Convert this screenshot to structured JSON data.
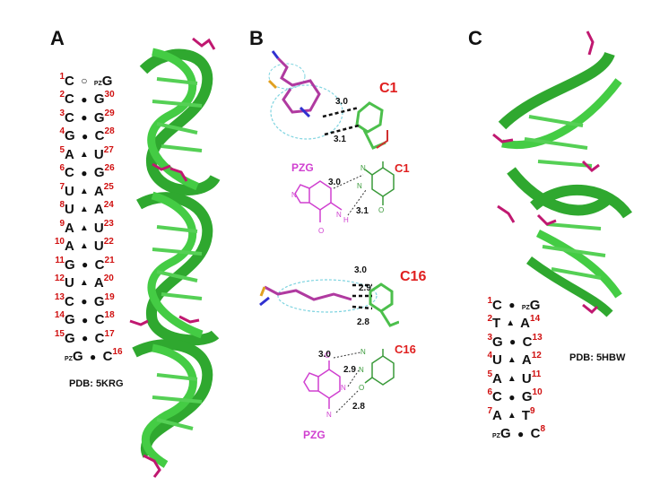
{
  "panels": {
    "a": {
      "letter": "A",
      "pdb": "PDB: 5KRG",
      "pairs": [
        {
          "ln": "1",
          "lb": "C",
          "sym": "open-circle",
          "lpz": "",
          "rpz": "PZ",
          "rb": "G",
          "rn": ""
        },
        {
          "ln": "2",
          "lb": "C",
          "sym": "dot",
          "lpz": "",
          "rpz": "",
          "rb": "G",
          "rn": "30"
        },
        {
          "ln": "3",
          "lb": "C",
          "sym": "dot",
          "lpz": "",
          "rpz": "",
          "rb": "G",
          "rn": "29"
        },
        {
          "ln": "4",
          "lb": "G",
          "sym": "dot",
          "lpz": "",
          "rpz": "",
          "rb": "C",
          "rn": "28"
        },
        {
          "ln": "5",
          "lb": "A",
          "sym": "triangle",
          "lpz": "",
          "rpz": "",
          "rb": "U",
          "rn": "27"
        },
        {
          "ln": "6",
          "lb": "C",
          "sym": "dot",
          "lpz": "",
          "rpz": "",
          "rb": "G",
          "rn": "26"
        },
        {
          "ln": "7",
          "lb": "U",
          "sym": "triangle",
          "lpz": "",
          "rpz": "",
          "rb": "A",
          "rn": "25"
        },
        {
          "ln": "8",
          "lb": "U",
          "sym": "triangle",
          "lpz": "",
          "rpz": "",
          "rb": "A",
          "rn": "24"
        },
        {
          "ln": "9",
          "lb": "A",
          "sym": "triangle",
          "lpz": "",
          "rpz": "",
          "rb": "U",
          "rn": "23"
        },
        {
          "ln": "10",
          "lb": "A",
          "sym": "triangle",
          "lpz": "",
          "rpz": "",
          "rb": "U",
          "rn": "22"
        },
        {
          "ln": "11",
          "lb": "G",
          "sym": "dot",
          "lpz": "",
          "rpz": "",
          "rb": "C",
          "rn": "21"
        },
        {
          "ln": "12",
          "lb": "U",
          "sym": "triangle",
          "lpz": "",
          "rpz": "",
          "rb": "A",
          "rn": "20"
        },
        {
          "ln": "13",
          "lb": "C",
          "sym": "dot",
          "lpz": "",
          "rpz": "",
          "rb": "G",
          "rn": "19"
        },
        {
          "ln": "14",
          "lb": "G",
          "sym": "dot",
          "lpz": "",
          "rpz": "",
          "rb": "C",
          "rn": "18"
        },
        {
          "ln": "15",
          "lb": "G",
          "sym": "dot",
          "lpz": "",
          "rpz": "",
          "rb": "C",
          "rn": "17"
        },
        {
          "ln": "",
          "lb": "G",
          "sym": "dot",
          "lpz": "PZ",
          "rpz": "",
          "rb": "C",
          "rn": "16"
        }
      ]
    },
    "b": {
      "letter": "B",
      "top": {
        "nuc_label": "C1",
        "ligand_label": "PZG",
        "d1": "3.0",
        "d2": "3.1",
        "struct_d1": "3.0",
        "struct_d2": "3.1"
      },
      "bottom": {
        "nuc_label": "C16",
        "ligand_label": "PZG",
        "d1": "3.0",
        "d2": "2.9",
        "d3": "2.8",
        "struct_d1": "3.0",
        "struct_d2": "2.9",
        "struct_d3": "2.8"
      }
    },
    "c": {
      "letter": "C",
      "pdb": "PDB: 5HBW",
      "pairs": [
        {
          "ln": "1",
          "lb": "C",
          "sym": "dot",
          "lpz": "",
          "rpz": "PZ",
          "rb": "G",
          "rn": ""
        },
        {
          "ln": "2",
          "lb": "T",
          "sym": "triangle",
          "lpz": "",
          "rpz": "",
          "rb": "A",
          "rn": "14"
        },
        {
          "ln": "3",
          "lb": "G",
          "sym": "dot",
          "lpz": "",
          "rpz": "",
          "rb": "C",
          "rn": "13"
        },
        {
          "ln": "4",
          "lb": "U",
          "sym": "triangle",
          "lpz": "",
          "rpz": "",
          "rb": "A",
          "rn": "12"
        },
        {
          "ln": "5",
          "lb": "A",
          "sym": "triangle",
          "lpz": "",
          "rpz": "",
          "rb": "U",
          "rn": "11"
        },
        {
          "ln": "6",
          "lb": "C",
          "sym": "dot",
          "lpz": "",
          "rpz": "",
          "rb": "G",
          "rn": "10"
        },
        {
          "ln": "7",
          "lb": "A",
          "sym": "triangle",
          "lpz": "",
          "rpz": "",
          "rb": "T",
          "rn": "9"
        },
        {
          "ln": "",
          "lb": "G",
          "sym": "dot",
          "lpz": "PZ",
          "rpz": "",
          "rb": "C",
          "rn": "8"
        }
      ]
    }
  },
  "colors": {
    "helix": "#33bb33",
    "ligand": "#c01870",
    "number": "#d01010",
    "pzg_label": "#d040d0",
    "mesh": "#7fd4e0"
  }
}
